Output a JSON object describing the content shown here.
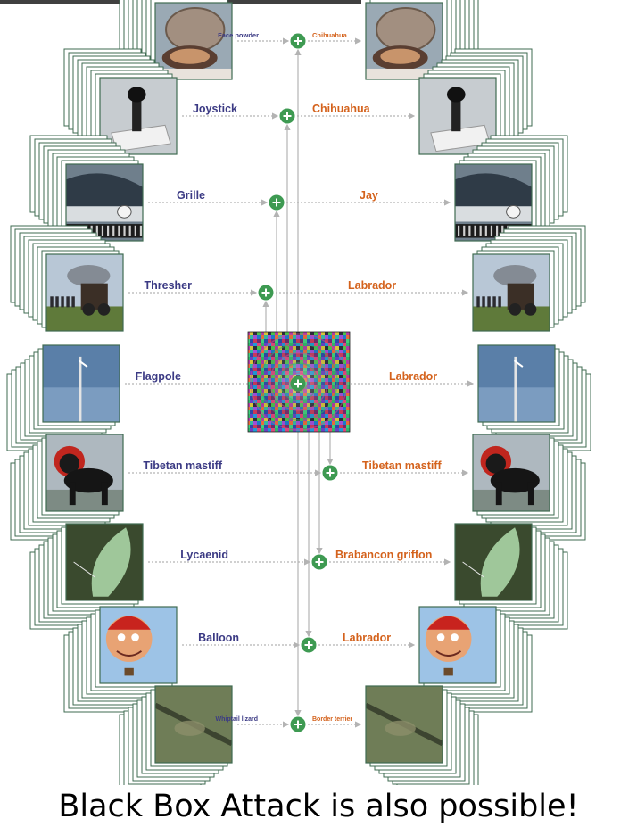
{
  "diagram": {
    "original_labels": [
      "Face powder",
      "Joystick",
      "Grille",
      "Thresher",
      "Flagpole",
      "Tibetan mastiff",
      "Lycaenid",
      "Balloon",
      "Whiptail lizard"
    ],
    "adversarial_labels": [
      "Chihuahua",
      "Chihuahua",
      "Jay",
      "Labrador",
      "Labrador",
      "Tibetan mastiff",
      "Brabancon griffon",
      "Labrador",
      "Border terrier"
    ],
    "image_subjects": [
      "face-powder",
      "joystick",
      "grille",
      "thresher",
      "flagpole",
      "tibetan-mastiff",
      "lycaenid",
      "balloon",
      "whiptail-lizard"
    ],
    "colors": {
      "original_label": "#3b3a84",
      "adversarial_label": "#d4621c",
      "plus_node": "#3e9a52",
      "frame": "#3f6b52",
      "arrow": "#b3b3b3"
    }
  },
  "caption": "Black Box Attack is also possible!"
}
